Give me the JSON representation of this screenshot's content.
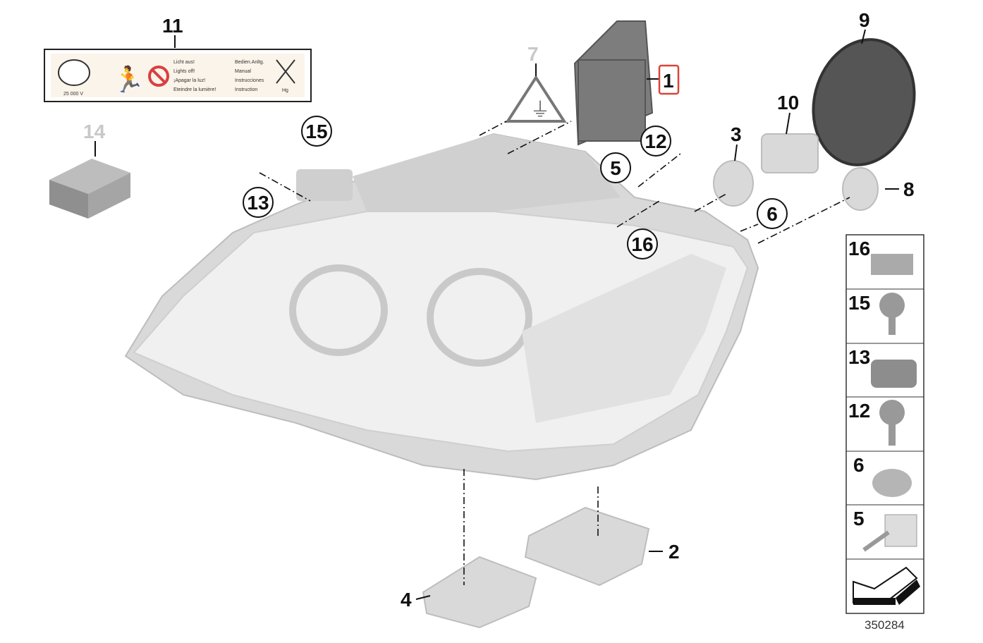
{
  "diagram": {
    "callouts": {
      "p1": "1",
      "p2": "2",
      "p3": "3",
      "p4": "4",
      "p5": "5",
      "p6": "6",
      "p7": "7",
      "p8": "8",
      "p9": "9",
      "p10": "10",
      "p11": "11",
      "p12": "12",
      "p13": "13",
      "p14": "14",
      "p15": "15",
      "p16": "16"
    },
    "highlighted_part": "1",
    "highlight_color": "#d9443a",
    "warning_label": {
      "lines_left": [
        "Licht aus!",
        "Lights off!",
        "¡Apagar la luz!",
        "Eteindre la lumière!"
      ],
      "lines_right": [
        "Bedien.Anltg.",
        "Manual",
        "Instrucciones",
        "Instruction"
      ],
      "voltage": "25 000 V",
      "hg": "Hg"
    },
    "legend": {
      "items": [
        "16",
        "15",
        "13",
        "12",
        "6",
        "5"
      ]
    },
    "diagram_code": "350284"
  }
}
